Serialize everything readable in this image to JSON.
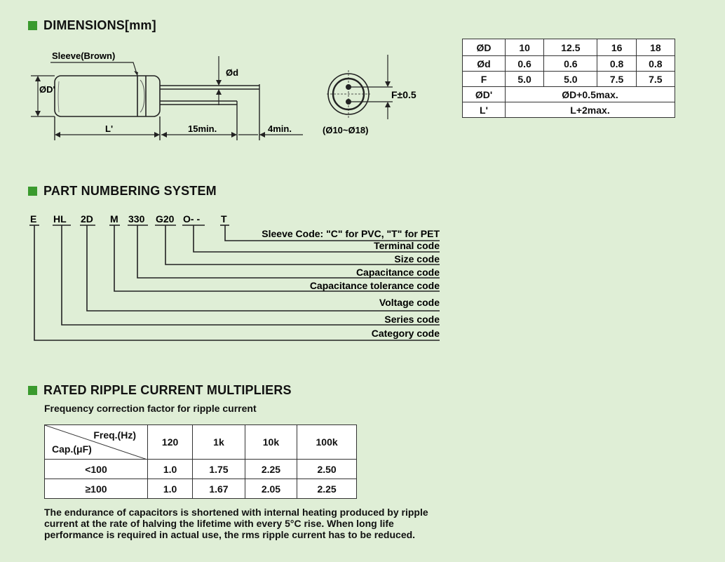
{
  "sections": {
    "dimensions": "DIMENSIONS[mm]",
    "part_numbering": "PART NUMBERING SYSTEM",
    "ripple": "RATED RIPPLE CURRENT MULTIPLIERS"
  },
  "drawing": {
    "sleeve": "Sleeve(Brown)",
    "od_prime": "ØD'",
    "od": "Ød",
    "l_prime": "L'",
    "min15": "15min.",
    "min4": "4min.",
    "f": "F±0.5",
    "range": "(Ø10~Ø18)"
  },
  "dim_table": {
    "rows": [
      [
        "ØD",
        "10",
        "12.5",
        "16",
        "18"
      ],
      [
        "Ød",
        "0.6",
        "0.6",
        "0.8",
        "0.8"
      ],
      [
        "F",
        "5.0",
        "5.0",
        "7.5",
        "7.5"
      ]
    ],
    "od_prime": {
      "label": "ØD'",
      "value": "ØD+0.5max."
    },
    "l_prime": {
      "label": "L'",
      "value": "L+2max."
    }
  },
  "part_number": {
    "codes": [
      "E",
      "HL",
      "2D",
      "M",
      "330",
      "G20",
      "O- -",
      "T"
    ],
    "labels": [
      "Sleeve Code: \"C\" for PVC, \"T\" for PET",
      "Terminal code",
      "Size code",
      "Capacitance code",
      "Capacitance tolerance code",
      "Voltage code",
      "Series code",
      "Category code"
    ]
  },
  "ripple": {
    "subtitle": "Frequency correction factor for ripple current",
    "freq_header": "Freq.(Hz)",
    "cap_header": "Cap.(μF)",
    "freqs": [
      "120",
      "1k",
      "10k",
      "100k"
    ],
    "rows": [
      {
        "cap": "<100",
        "values": [
          "1.0",
          "1.75",
          "2.25",
          "2.50"
        ]
      },
      {
        "cap": "≥100",
        "values": [
          "1.0",
          "1.67",
          "2.05",
          "2.25"
        ]
      }
    ],
    "note": [
      "The endurance of capacitors is shortened with internal heating produced by ripple",
      "current at the rate of halving the lifetime with every 5°C rise. When long life",
      "performance is required in actual use, the rms ripple current has to be reduced."
    ]
  }
}
